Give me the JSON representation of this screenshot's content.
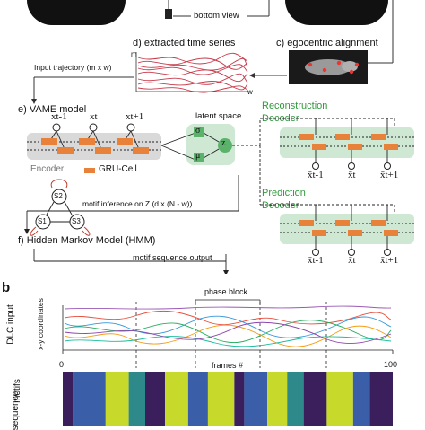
{
  "figure": {
    "bottom_view": "bottom view",
    "extracted_time_series": "d) extracted time series",
    "egocentric_alignment": "c) egocentric alignment",
    "axis_m": "m",
    "axis_w": "w",
    "input_trajectory": "Input trajectory (m x w)",
    "vame_model": "e) VAME model",
    "latent_space": "latent space",
    "encoder": "Encoder",
    "gru_cell": "GRU-Cell",
    "reconstruction": "Reconstruction",
    "decoder": "Decoder",
    "prediction": "Prediction",
    "motif_inference": "motif inference on Z (d x (N - w))",
    "hmm": "f) Hidden Markov Model (HMM)",
    "motif_sequence_output": "motif sequence output",
    "sigma": "σ",
    "mu": "μ",
    "z": "z",
    "encoder_inputs": [
      "xt-1",
      "xt",
      "xt+1"
    ],
    "recon_outputs": [
      "x̄t-1",
      "x̄t",
      "x̄t+1"
    ],
    "pred_outputs": [
      "x̄t-1",
      "x̄t",
      "x̄t+1"
    ],
    "states": [
      "S1",
      "S2",
      "S3"
    ]
  },
  "panel_b": {
    "label": "b",
    "phase_block": "phase block",
    "ylabel_dlc": "DLC input",
    "ylabel_xy": "x-y coordinates",
    "xlabel": "frames #",
    "tick_0": "0",
    "tick_100": "100",
    "ylabel_motifs": "motifs",
    "ylabel_sequence": "sequence"
  },
  "colors": {
    "green_text": "#2f9a3c",
    "green_box": "#cfe8d4",
    "gru": "#e8823a",
    "encoder_bg": "#d9d9d9",
    "motif_yellow": "#c7d92b",
    "motif_blue": "#3a5ea8",
    "motif_purple": "#3b1f5c",
    "motif_teal": "#2e8a8a"
  },
  "chart_data": {
    "type": "heatmap",
    "title": "",
    "xlabel": "frames #",
    "ylabel": "motifs sequence",
    "xlim": [
      0,
      100
    ],
    "segments": [
      {
        "start": 0,
        "end": 3,
        "motif": "purple"
      },
      {
        "start": 3,
        "end": 13,
        "motif": "blue"
      },
      {
        "start": 13,
        "end": 20,
        "motif": "yellow"
      },
      {
        "start": 20,
        "end": 25,
        "motif": "teal"
      },
      {
        "start": 25,
        "end": 31,
        "motif": "purple"
      },
      {
        "start": 31,
        "end": 38,
        "motif": "yellow"
      },
      {
        "start": 38,
        "end": 44,
        "motif": "blue"
      },
      {
        "start": 44,
        "end": 52,
        "motif": "yellow"
      },
      {
        "start": 52,
        "end": 55,
        "motif": "purple"
      },
      {
        "start": 55,
        "end": 62,
        "motif": "blue"
      },
      {
        "start": 62,
        "end": 68,
        "motif": "yellow"
      },
      {
        "start": 68,
        "end": 73,
        "motif": "teal"
      },
      {
        "start": 73,
        "end": 80,
        "motif": "purple"
      },
      {
        "start": 80,
        "end": 88,
        "motif": "yellow"
      },
      {
        "start": 88,
        "end": 93,
        "motif": "blue"
      },
      {
        "start": 93,
        "end": 100,
        "motif": "purple"
      }
    ]
  }
}
